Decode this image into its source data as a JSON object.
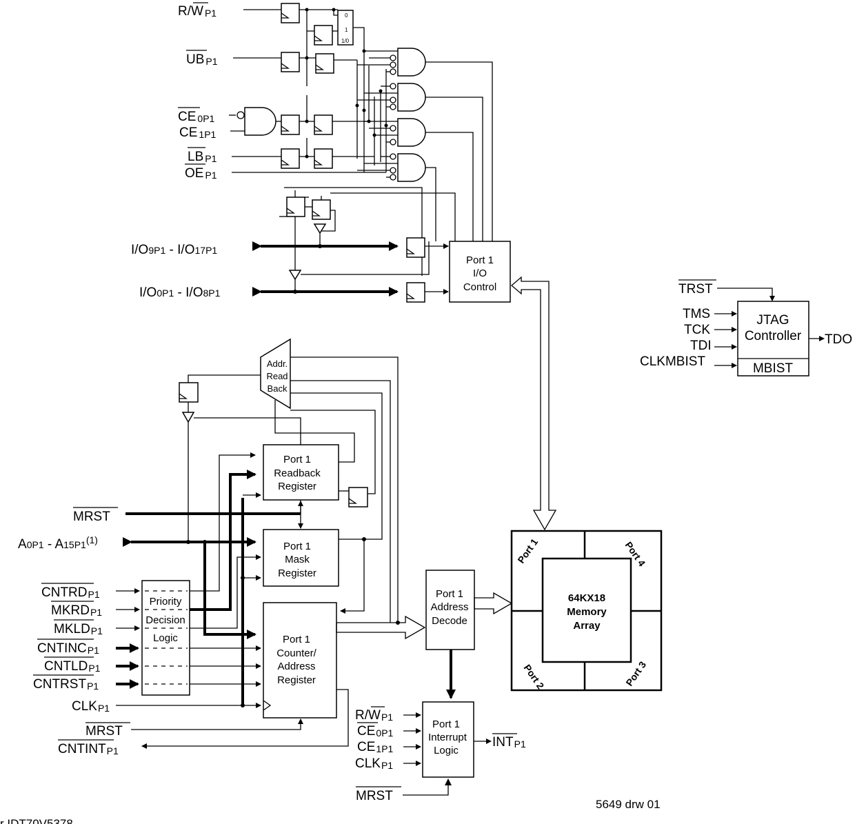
{
  "diagram": {
    "signals": {
      "rw": {
        "main": "R/W",
        "over": "W",
        "sub": "P1"
      },
      "ub": {
        "main": "UB",
        "sub": "P1"
      },
      "ce0": {
        "main": "CE",
        "sub": "0P1"
      },
      "ce1": {
        "main": "CE",
        "sub": "1P1"
      },
      "lb": {
        "main": "LB",
        "sub": "P1"
      },
      "oe": {
        "main": "OE",
        "sub": "P1"
      },
      "io_hi": {
        "a": "I/O",
        "b": "9P1",
        "c": " - I/O",
        "d": "17P1"
      },
      "io_lo": {
        "a": "I/O",
        "b": "0P1",
        "c": " - I/O",
        "d": "8P1"
      },
      "mrst_top": "MRST",
      "addr": {
        "a": "A",
        "b": "0P1",
        "c": " - A",
        "d": "15P1",
        "note": "(1)"
      },
      "cntrd": {
        "main": "CNTRD",
        "sub": "P1"
      },
      "mkrd": {
        "main": "MKRD",
        "sub": "P1"
      },
      "mkld": {
        "main": "MKLD",
        "sub": "P1"
      },
      "cntinc": {
        "main": "CNTINC",
        "sub": "P1"
      },
      "cntld": {
        "main": "CNTLD",
        "sub": "P1"
      },
      "cntrst": {
        "main": "CNTRST",
        "sub": "P1"
      },
      "clk": {
        "main": "CLK",
        "sub": "P1"
      },
      "mrst_mid": "MRST",
      "cntint": {
        "main": "CNTINT",
        "sub": "P1"
      },
      "int_rw": {
        "main": "R/W",
        "sub": "P1"
      },
      "int_ce0": {
        "main": "CE",
        "sub": "0P1"
      },
      "int_ce1": {
        "main": "CE",
        "sub": "1P1"
      },
      "int_clk": {
        "main": "CLK",
        "sub": "P1"
      },
      "mrst_bot": "MRST",
      "int_out": {
        "main": "INT",
        "sub": "P1"
      },
      "trst": "TRST",
      "tms": "TMS",
      "tck": "TCK",
      "tdi": "TDI",
      "clkmbist": "CLKMBIST",
      "tdo": "TDO"
    },
    "mux_labels": [
      "0",
      "1",
      "1/0"
    ],
    "blocks": {
      "io_control": [
        "Port 1",
        "I/O",
        "Control"
      ],
      "addr_readback": [
        "Addr.",
        "Read",
        "Back"
      ],
      "readback_reg": [
        "Port 1",
        "Readback",
        "Register"
      ],
      "mask_reg": [
        "Port 1",
        "Mask",
        "Register"
      ],
      "priority": [
        "Priority",
        "Decision",
        "Logic"
      ],
      "counter": [
        "Port 1",
        "Counter/",
        "Address",
        "Register"
      ],
      "addr_decode": [
        "Port 1",
        "Address",
        "Decode"
      ],
      "interrupt": [
        "Port 1",
        "Interrupt",
        "Logic"
      ],
      "jtag": [
        "JTAG",
        "Controller"
      ],
      "mbist": "MBIST",
      "memory": [
        "64KX18",
        "Memory",
        "Array"
      ],
      "mem_ports": [
        "Port 1",
        "Port 4",
        "Port 2",
        "Port 3"
      ]
    },
    "drawing_id": "5649 drw 01",
    "cut_caption": "r IDT70V5378"
  }
}
